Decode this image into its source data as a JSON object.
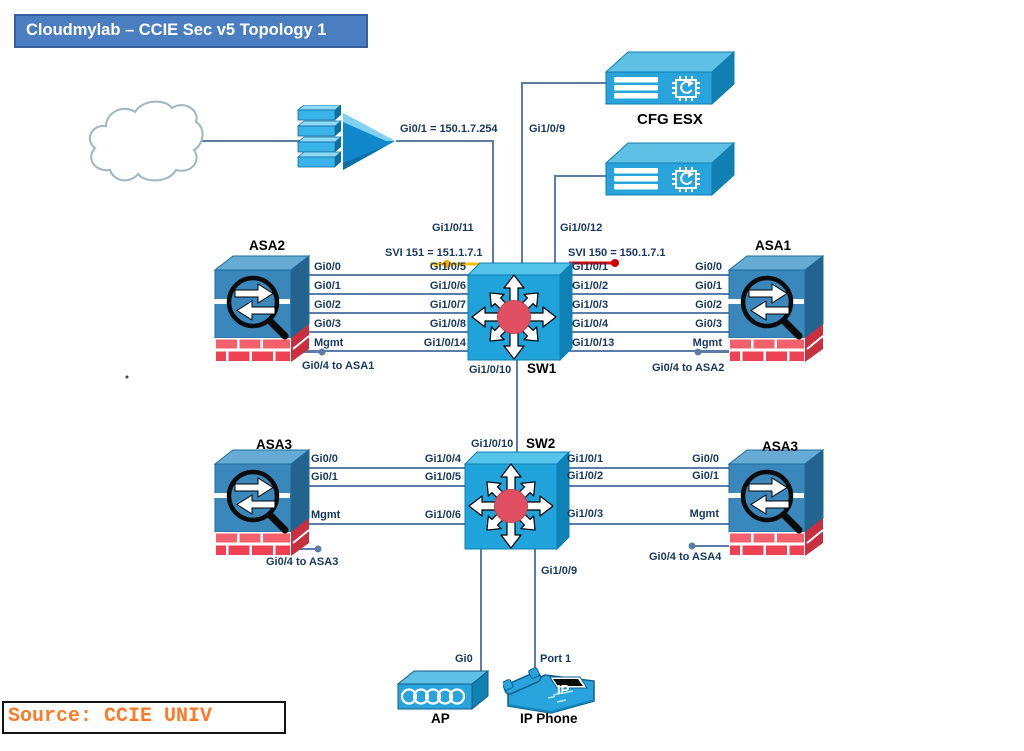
{
  "title": "Cloudmylab – CCIE Sec v5 Topology 1",
  "source_credit": "Source: CCIE UNIV",
  "colors": {
    "banner_blue": "#4A7EC1",
    "device_blue": "#29A3DB",
    "line_slate": "#5C7DA8",
    "label_navy": "#17375E",
    "firewall_brick_red": "#EE4153",
    "svi151_highlight": "#FFC000",
    "svi150_highlight": "#F00000",
    "source_orange": "#FD7B28"
  },
  "icons": {
    "cloud": "internet-cloud-icon",
    "router": "wan-accelerator-arrow-icon",
    "server": "esx-server-icon",
    "switch": "multilayer-switch-icon",
    "asa": "asa-firewall-icon",
    "ap": "access-point-icon",
    "phone": "ip-phone-icon"
  },
  "devices": {
    "sw1": {
      "label": "SW1"
    },
    "sw2": {
      "label": "SW2"
    },
    "asa1": {
      "label": "ASA1"
    },
    "asa2": {
      "label": "ASA2"
    },
    "asa3_left": {
      "label": "ASA3"
    },
    "asa3_right": {
      "label": "ASA3"
    },
    "esx": {
      "label": "CFG ESX"
    },
    "ap": {
      "label": "AP"
    },
    "ip_phone": {
      "label": "IP Phone",
      "icon_text": "IP"
    }
  },
  "uplinks": {
    "internet_ip": "Gi0/1 = 150.1.7.254",
    "esx1_link": "Gi1/0/9",
    "router_link": "Gi1/0/11",
    "esx2_link": "Gi1/0/12"
  },
  "svi": {
    "svi151": "SVI 151 = 151.1.7.1",
    "svi150": "SVI 150 = 150.1.7.1"
  },
  "trunk": {
    "sw1_end": "Gi1/0/10",
    "sw2_end": "Gi1/0/10"
  },
  "asa2_sw1": {
    "rows": [
      {
        "asa": "Gi0/0",
        "sw": "Gi1/0/5"
      },
      {
        "asa": "Gi0/1",
        "sw": "Gi1/0/6"
      },
      {
        "asa": "Gi0/2",
        "sw": "Gi1/0/7"
      },
      {
        "asa": "Gi0/3",
        "sw": "Gi1/0/8"
      },
      {
        "asa": "Mgmt",
        "sw": "Gi1/0/14"
      }
    ],
    "note": "Gi0/4 to ASA1"
  },
  "sw1_asa1": {
    "rows": [
      {
        "sw": "Gi1/0/1",
        "asa": "Gi0/0"
      },
      {
        "sw": "Gi1/0/2",
        "asa": "Gi0/1"
      },
      {
        "sw": "Gi1/0/3",
        "asa": "Gi0/2"
      },
      {
        "sw": "Gi1/0/4",
        "asa": "Gi0/3"
      },
      {
        "sw": "Gi1/0/13",
        "asa": "Mgmt"
      }
    ],
    "note": "Gi0/4 to ASA2"
  },
  "asa3_sw2": {
    "rows": [
      {
        "asa": "Gi0/0",
        "sw": "Gi1/0/4"
      },
      {
        "asa": "Gi0/1",
        "sw": "Gi1/0/5"
      },
      {
        "asa": "Mgmt",
        "sw": "Gi1/0/6"
      }
    ],
    "note": "Gi0/4 to ASA3"
  },
  "sw2_asa3": {
    "rows": [
      {
        "sw": "Gi1/0/1",
        "asa": "Gi0/0"
      },
      {
        "sw": "Gi1/0/2",
        "asa": "Gi0/1"
      },
      {
        "sw": "Gi1/0/3",
        "asa": "Mgmt"
      }
    ],
    "note": "Gi0/4 to ASA4"
  },
  "access": {
    "phone_sw_port": "Gi1/0/9",
    "ap_port": "Gi0",
    "phone_port": "Port 1"
  }
}
